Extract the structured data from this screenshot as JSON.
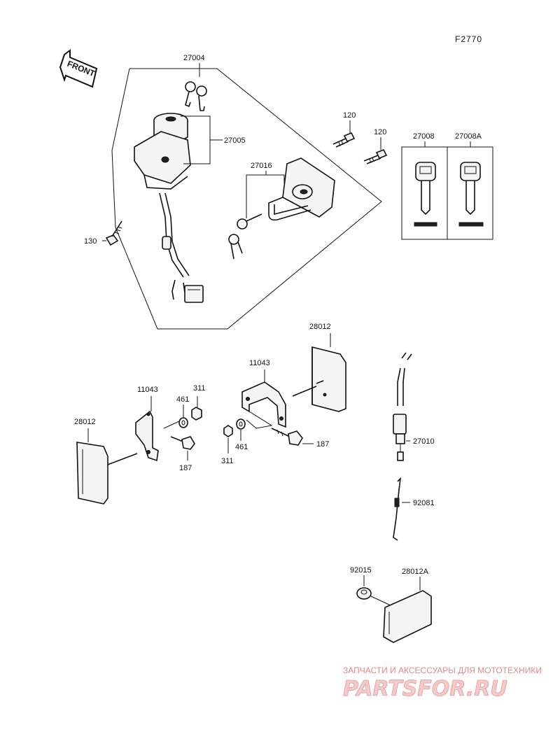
{
  "diagram": {
    "reference_code": "F2770",
    "front_label": "FRONT",
    "parts": {
      "p27004": "27004",
      "p27005": "27005",
      "p27016": "27016",
      "p120a": "120",
      "p120b": "120",
      "p130": "130",
      "p27008": "27008",
      "p27008A": "27008A",
      "p28012_top": "28012",
      "p11043_mid": "11043",
      "p11043_left": "11043",
      "p311_left": "311",
      "p461_left": "461",
      "p28012_left": "28012",
      "p187_left": "187",
      "p311_mid": "311",
      "p461_mid": "461",
      "p187_mid": "187",
      "p27010": "27010",
      "p92081": "92081",
      "p92015": "92015",
      "p28012A": "28012A"
    }
  },
  "watermark": {
    "line1": "ЗАПЧАСТИ И АКСЕССУАРЫ ДЛЯ МОТОТЕХНИКИ",
    "line2": "PARTSFOR.RU"
  }
}
